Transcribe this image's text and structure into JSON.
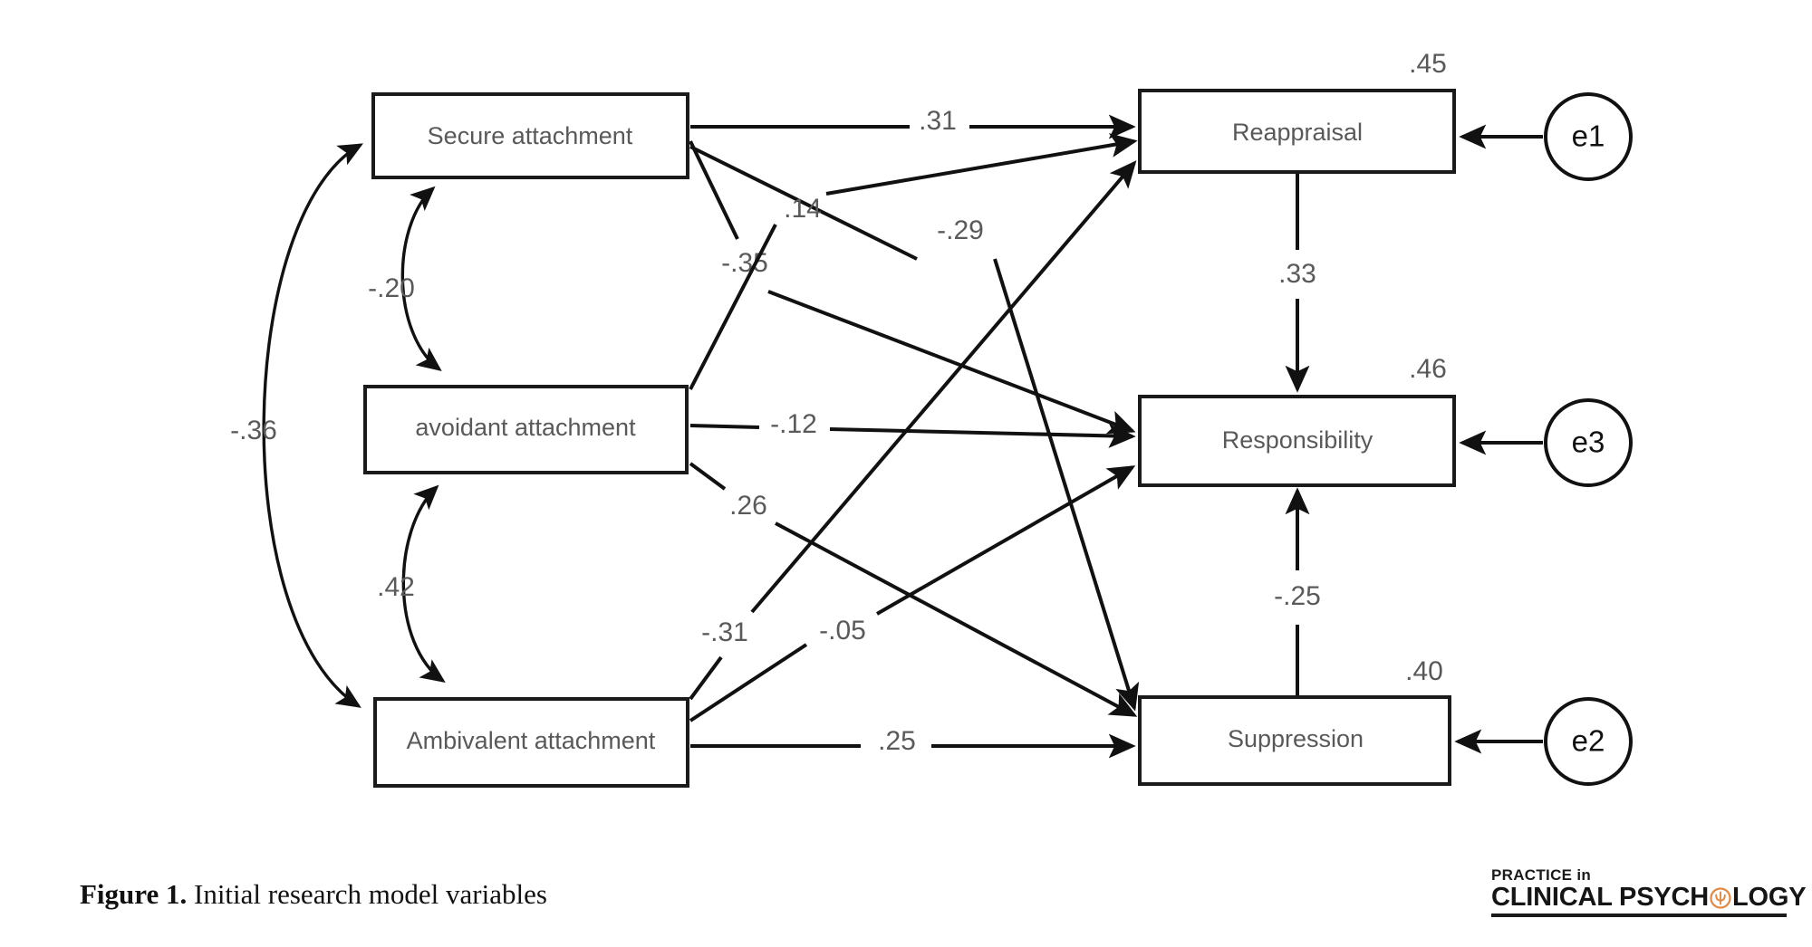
{
  "figure": {
    "caption_label": "Figure 1.",
    "caption_text": " Initial research model variables"
  },
  "logo": {
    "line1": "PRACTICE in",
    "line2_before": "CLINICAL PSYCH",
    "line2_after": "LOGY",
    "mark_name": "psi-circle-icon",
    "mark_color": "#E08A46"
  },
  "diagram": {
    "type": "path-diagram",
    "predictors": [
      {
        "id": "secure",
        "label": "Secure attachment"
      },
      {
        "id": "avoidant",
        "label": "avoidant attachment"
      },
      {
        "id": "ambivalent",
        "label": "Ambivalent attachment"
      }
    ],
    "outcomes": [
      {
        "id": "reappraisal",
        "label": "Reappraisal",
        "r2": ".45",
        "error": "e1"
      },
      {
        "id": "responsibility",
        "label": "Responsibility",
        "r2": ".46",
        "error": "e3"
      },
      {
        "id": "suppression",
        "label": "Suppression",
        "r2": ".40",
        "error": "e2"
      }
    ],
    "covariances": [
      {
        "from": "secure",
        "to": "avoidant",
        "value": "-.20"
      },
      {
        "from": "avoidant",
        "to": "ambivalent",
        "value": ".42"
      },
      {
        "from": "secure",
        "to": "ambivalent",
        "value": "-.36"
      }
    ],
    "paths": [
      {
        "from": "secure",
        "to": "reappraisal",
        "value": ".31"
      },
      {
        "from": "secure",
        "to": "responsibility",
        "value": "-.35"
      },
      {
        "from": "secure",
        "to": "suppression",
        "value": "-.29"
      },
      {
        "from": "avoidant",
        "to": "reappraisal",
        "value": ".14"
      },
      {
        "from": "avoidant",
        "to": "responsibility",
        "value": "-.12"
      },
      {
        "from": "avoidant",
        "to": "suppression",
        "value": ".26"
      },
      {
        "from": "ambivalent",
        "to": "reappraisal",
        "value": "-.31"
      },
      {
        "from": "ambivalent",
        "to": "responsibility",
        "value": "-.05"
      },
      {
        "from": "ambivalent",
        "to": "suppression",
        "value": ".25"
      },
      {
        "from": "reappraisal",
        "to": "responsibility",
        "value": ".33"
      },
      {
        "from": "suppression",
        "to": "responsibility",
        "value": "-.25"
      }
    ],
    "coef_labels": {
      "secure_reappraisal": ".31",
      "avoidant_reappraisal": ".14",
      "secure_responsibility": "-.35",
      "secure_suppression": "-.29",
      "avoidant_responsibility": "-.12",
      "avoidant_suppression": ".26",
      "ambivalent_reappraisal": "-.31",
      "ambivalent_responsibility": "-.05",
      "ambivalent_suppression": ".25",
      "reappraisal_responsibility": ".33",
      "suppression_responsibility": "-.25",
      "cov_secure_avoidant": "-.20",
      "cov_avoidant_ambivalent": ".42",
      "cov_secure_ambivalent": "-.36"
    },
    "r2_labels": {
      "reappraisal": ".45",
      "responsibility": ".46",
      "suppression": ".40"
    },
    "error_labels": {
      "reappraisal": "e1",
      "responsibility": "e3",
      "suppression": "e2"
    }
  }
}
